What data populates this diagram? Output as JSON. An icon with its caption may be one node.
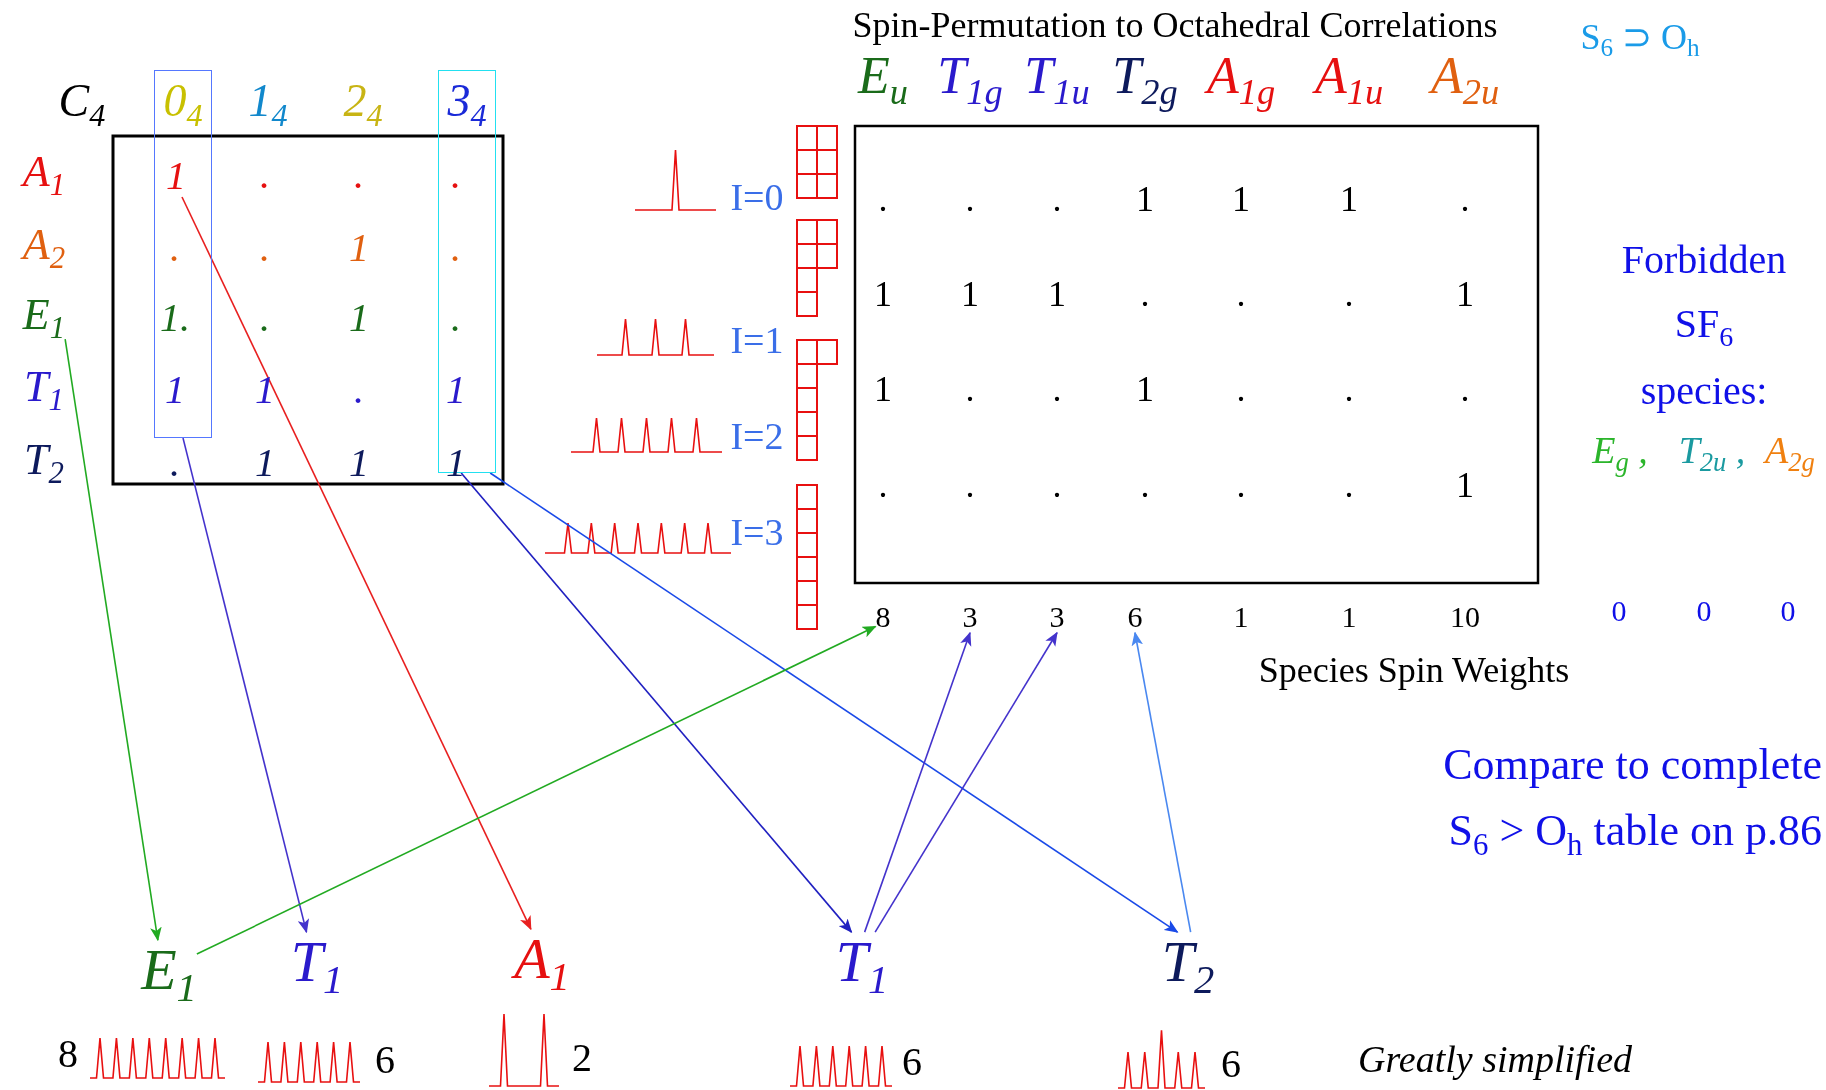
{
  "diagram": {
    "title": "Spin-Permutation to Octahedral Correlations",
    "nodes": [
      {
        "text": [
          "0$_{4}$"
        ]
      },
      {
        "text": [
          "3$_{4}$"
        ]
      },
      {
        "text": [
          "1"
        ],
        "in": 0
      },
      {
        "text": [
          "E$_{1}$"
        ]
      },
      {
        "text": [
          "8"
        ]
      },
      {
        "text": [
          "3"
        ]
      },
      {
        "text": [
          "3"
        ]
      },
      {
        "text": [
          "6"
        ]
      },
      {
        "text": [
          "E$_{1}$"
        ],
        "beside": [
          "8"
        ]
      },
      {
        "text": [
          "T$_{1}$"
        ],
        "beside": [
          "6"
        ]
      },
      {
        "text": [
          "A$_{1}$"
        ],
        "beside": [
          "2"
        ]
      },
      {
        "text": [
          "T$_{1}$"
        ],
        "beside": [
          "6"
        ]
      },
      {
        "text": [
          "T$_{2}$"
        ],
        "beside": [
          "6"
        ]
      }
    ],
    "edges": [
      {
        "from": 3,
        "to": 8,
        "arrow": "to",
        "color": "#22aa22"
      },
      {
        "from": 0,
        "to": 9,
        "arrow": "to",
        "color": "#4433cc"
      },
      {
        "from": 2,
        "to": 10,
        "arrow": "to",
        "color": "#e82020"
      },
      {
        "from": 1,
        "to": 11,
        "arrow": "to",
        "color": "#2020c0"
      },
      {
        "from": 1,
        "to": 12,
        "arrow": "to",
        "color": "#1a4ae8"
      },
      {
        "from": 8,
        "to": 4,
        "arrow": "to",
        "color": "#22aa22"
      },
      {
        "from": 11,
        "to": 5,
        "arrow": "to",
        "color": "#4433cc"
      },
      {
        "from": 11,
        "to": 6,
        "arrow": "to",
        "color": "#4433cc"
      },
      {
        "from": 12,
        "to": 7,
        "arrow": "to",
        "color": "#4a88f0"
      }
    ],
    "labels": [
      "S$_{6}$ ⊃ O$_{h}$",
      "C$_{4}$",
      "1$_{4}$",
      "2$_{4}$",
      "E$_{u}$",
      "T$_{1g}$",
      "T$_{1u}$",
      "T$_{2g}$",
      "A$_{1g}$",
      "A$_{1u}$",
      "A$_{2u}$",
      "A$_{1}$",
      ".",
      ".",
      ".",
      "A$_{2}$",
      ".",
      ".",
      "1",
      ".",
      "1.",
      ".",
      "1",
      ".",
      "T$_{1}$",
      "1",
      "1",
      ".",
      "1",
      "T$_{2}$",
      ".",
      "1",
      "1",
      "1",
      "I=0",
      ".",
      ".",
      ".",
      "1",
      "1",
      "1",
      ".",
      "1",
      "1",
      "1",
      ".",
      ".",
      ".",
      "1",
      "I=1",
      "1",
      ".",
      ".",
      "1",
      ".",
      ".",
      ".",
      "I=2",
      ".",
      ".",
      ".",
      ".",
      ".",
      ".",
      "1",
      "I=3",
      "1",
      "1",
      "10",
      "Species Spin Weights",
      "Forbidden SF$_{6}$ species:",
      "E$_{g}$ ,",
      "T$_{2u}$ ,",
      "A$_{2g}$",
      "0",
      "0",
      "0",
      "Compare to complete S$_{6}$ > O$_{h}$ table on p.86",
      "Greatly simplified"
    ]
  }
}
